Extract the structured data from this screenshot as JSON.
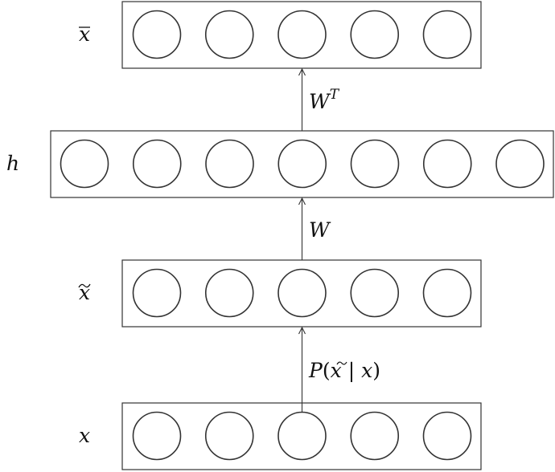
{
  "layers": [
    {
      "id": "x_bar",
      "base": "x",
      "accent": "bar",
      "neurons": 5
    },
    {
      "id": "h",
      "base": "h",
      "accent": "",
      "neurons": 7
    },
    {
      "id": "x_tilde",
      "base": "x",
      "accent": "tilde",
      "neurons": 5
    },
    {
      "id": "x",
      "base": "x",
      "accent": "",
      "neurons": 5
    }
  ],
  "edges": {
    "h_to_xbar": {
      "label": "W",
      "superscript": "T"
    },
    "xtilde_to_h": {
      "label": "W"
    },
    "x_to_xtilde": {
      "fn": "P",
      "open": "(",
      "arg": "x",
      "bar": "|",
      "given": "x",
      "close": ")"
    }
  }
}
